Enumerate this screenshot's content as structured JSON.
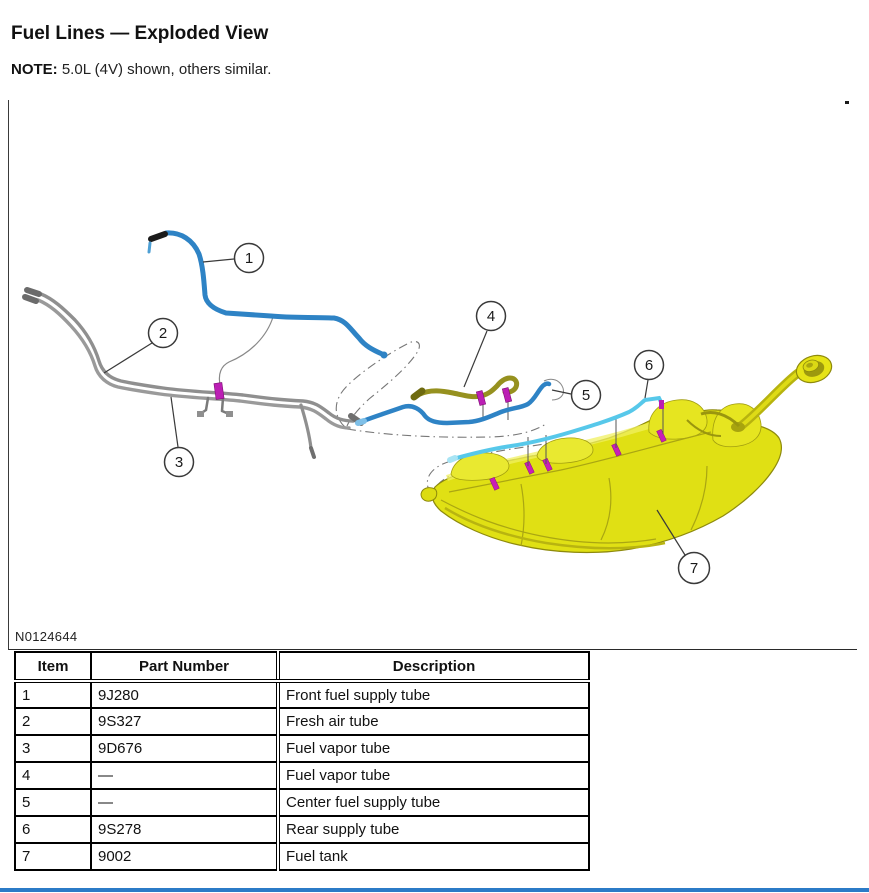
{
  "page": {
    "title": "Fuel Lines — Exploded View",
    "note_label": "NOTE:",
    "note_text": "5.0L (4V) shown, others similar."
  },
  "diagram": {
    "figure_id": "N0124644",
    "callouts": [
      "1",
      "2",
      "3",
      "4",
      "5",
      "6",
      "7"
    ]
  },
  "table": {
    "headers": [
      "Item",
      "Part Number",
      "Description"
    ],
    "rows": [
      {
        "item": "1",
        "part": "9J280",
        "desc": "Front fuel supply tube"
      },
      {
        "item": "2",
        "part": "9S327",
        "desc": "Fresh air tube"
      },
      {
        "item": "3",
        "part": "9D676",
        "desc": "Fuel vapor tube"
      },
      {
        "item": "4",
        "part": "—",
        "desc": "Fuel vapor tube"
      },
      {
        "item": "5",
        "part": "—",
        "desc": "Center fuel supply tube"
      },
      {
        "item": "6",
        "part": "9S278",
        "desc": "Rear supply tube"
      },
      {
        "item": "7",
        "part": "9002",
        "desc": "Fuel tank"
      }
    ]
  },
  "colors": {
    "front_supply_tube_blue": "#2e83c5",
    "center_supply_tube_blue": "#2e83c5",
    "rear_supply_tube_cyan": "#57c8ea",
    "vapor_tube_olive": "#96911f",
    "gray_tubes": "#8f8f8f",
    "clip_magenta": "#bb1fb4",
    "fuel_tank_yellow": "#e0e014",
    "bottom_rule_blue": "#2b7bc7"
  }
}
